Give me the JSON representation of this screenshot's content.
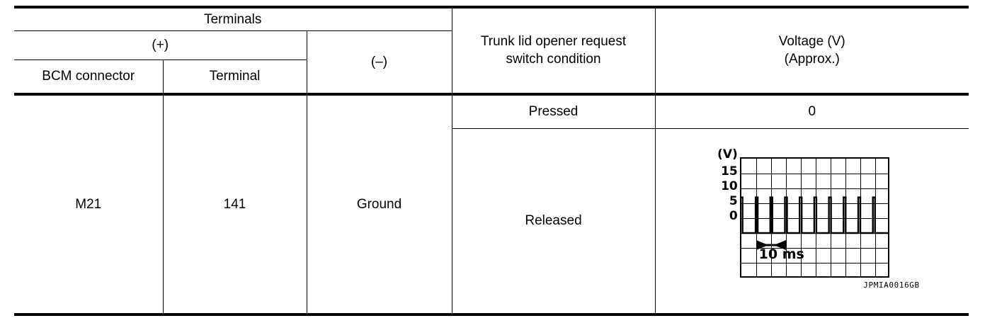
{
  "table": {
    "headers": {
      "terminals": "Terminals",
      "positive": "(+)",
      "negative": "(–)",
      "bcm_connector": "BCM connector",
      "terminal": "Terminal",
      "condition_line1": "Trunk lid opener request",
      "condition_line2": "switch condition",
      "voltage_line1": "Voltage (V)",
      "voltage_line2": "(Approx.)"
    },
    "rows": [
      {
        "bcm_connector": "M21",
        "terminal": "141",
        "negative": "Ground",
        "conditions": [
          {
            "condition": "Pressed",
            "voltage_text": "0",
            "voltage_type": "text"
          },
          {
            "condition": "Released",
            "voltage_text": "",
            "voltage_type": "waveform"
          }
        ]
      }
    ]
  },
  "waveform": {
    "unit_label": "(V)",
    "y_ticks": [
      "15",
      "10",
      "5",
      "0"
    ],
    "timebase_label": "10 ms",
    "figure_code": "JPMIA0016GB",
    "grid": {
      "columns": 10,
      "rows": 8
    },
    "signal": {
      "description": "pulse-train",
      "baseline_volts": 0,
      "peak_volts": 12,
      "pulse_count": 10,
      "period_ms": 10
    },
    "colors": {
      "ink": "#000000",
      "background": "#ffffff"
    }
  }
}
